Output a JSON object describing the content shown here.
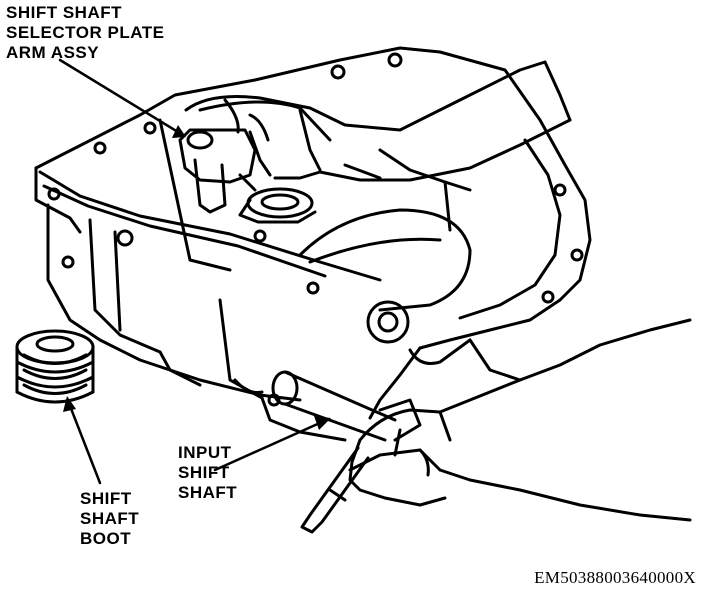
{
  "labels": {
    "selector_arm": [
      "SHIFT SHAFT",
      "SELECTOR PLATE",
      "ARM ASSY"
    ],
    "input_shaft": [
      "INPUT",
      "SHIFT",
      "SHAFT"
    ],
    "boot": [
      "SHIFT",
      "SHAFT",
      "BOOT"
    ]
  },
  "figure_code": "EM50388003640000X",
  "colors": {
    "ink": "#000000",
    "paper": "#ffffff"
  }
}
